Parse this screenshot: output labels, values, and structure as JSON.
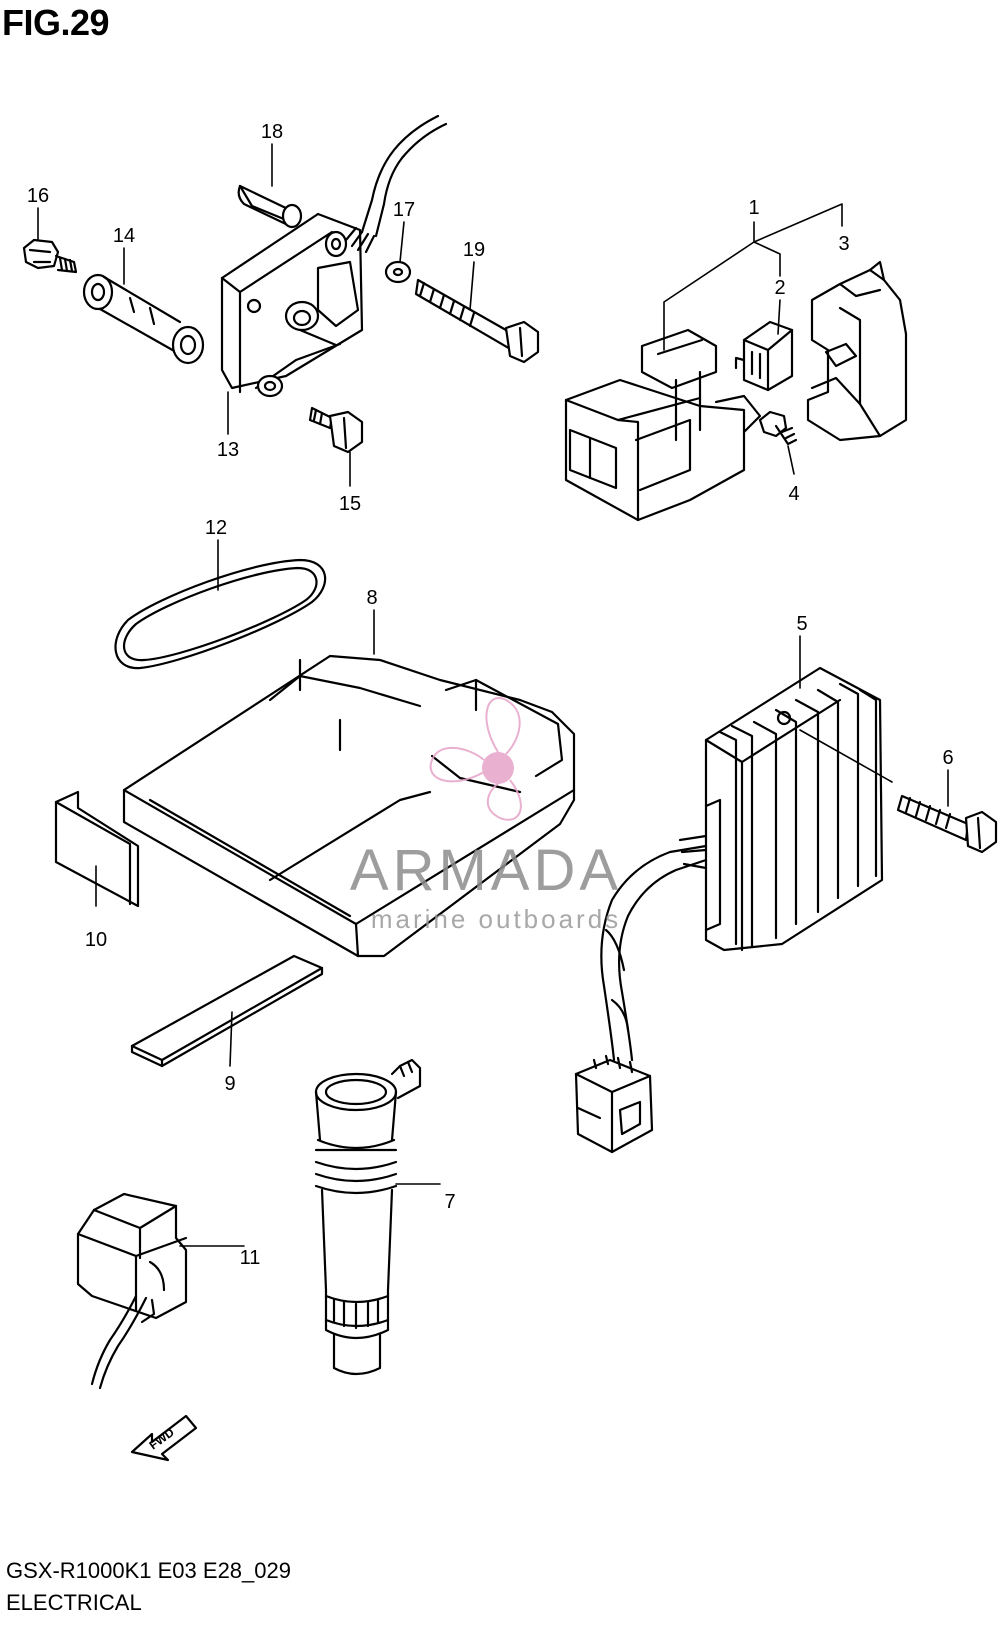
{
  "figure": {
    "title": "FIG.29",
    "model_code": "GSX-R1000K1 E03 E28_029",
    "section": "ELECTRICAL",
    "fwd_label": "FWD"
  },
  "watermark": {
    "brand": "ARMADA",
    "tagline": "marine outboards",
    "colors": {
      "brand_text": "#8c8c8c",
      "logo_pink": "#e6a3c8"
    }
  },
  "callouts": [
    "1",
    "2",
    "3",
    "4",
    "5",
    "6",
    "7",
    "8",
    "9",
    "10",
    "11",
    "12",
    "13",
    "14",
    "15",
    "16",
    "17",
    "18",
    "19"
  ]
}
